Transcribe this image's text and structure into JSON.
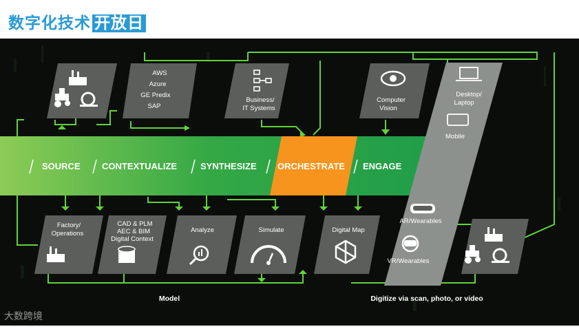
{
  "header": {
    "title_part1": "数字化技术",
    "title_part2": "开放日"
  },
  "band": {
    "stages": [
      "SOURCE",
      "CONTEXTUALIZE",
      "SYNTHESIZE",
      "ORCHESTRATE",
      "ENGAGE"
    ]
  },
  "top_boxes": {
    "cloud": {
      "lines": [
        "AWS",
        "Azure",
        "GE Predix",
        "SAP"
      ]
    },
    "business": {
      "line1": "Business/",
      "line2": "IT Systems"
    },
    "vision": {
      "line1": "Computer",
      "line2": "Vision"
    },
    "desktop": {
      "line1": "Desktop/",
      "line2": "Laptop"
    },
    "mobile": "Mobile"
  },
  "bottom_boxes": {
    "factory": {
      "line1": "Factory/",
      "line2": "Operations"
    },
    "cad": {
      "line1": "CAD & PLM",
      "line2": "AEC & BIM",
      "line3": "Digital Context"
    },
    "analyze": "Analyze",
    "simulate": "Simulate",
    "digitalmap": "Digital Map",
    "ar": "AR/Wearables",
    "vr": "VR/Wearables"
  },
  "captions": {
    "model": "Model",
    "digitize": "Digitize via scan, photo, or video"
  },
  "watermark": "大数跨境",
  "colors": {
    "title_blue": "#2a9ad6",
    "band_green": "#3fae3a",
    "orchestrate_orange": "#f7941d",
    "line_green": "#62d33a",
    "background": "#0b0d0b"
  }
}
